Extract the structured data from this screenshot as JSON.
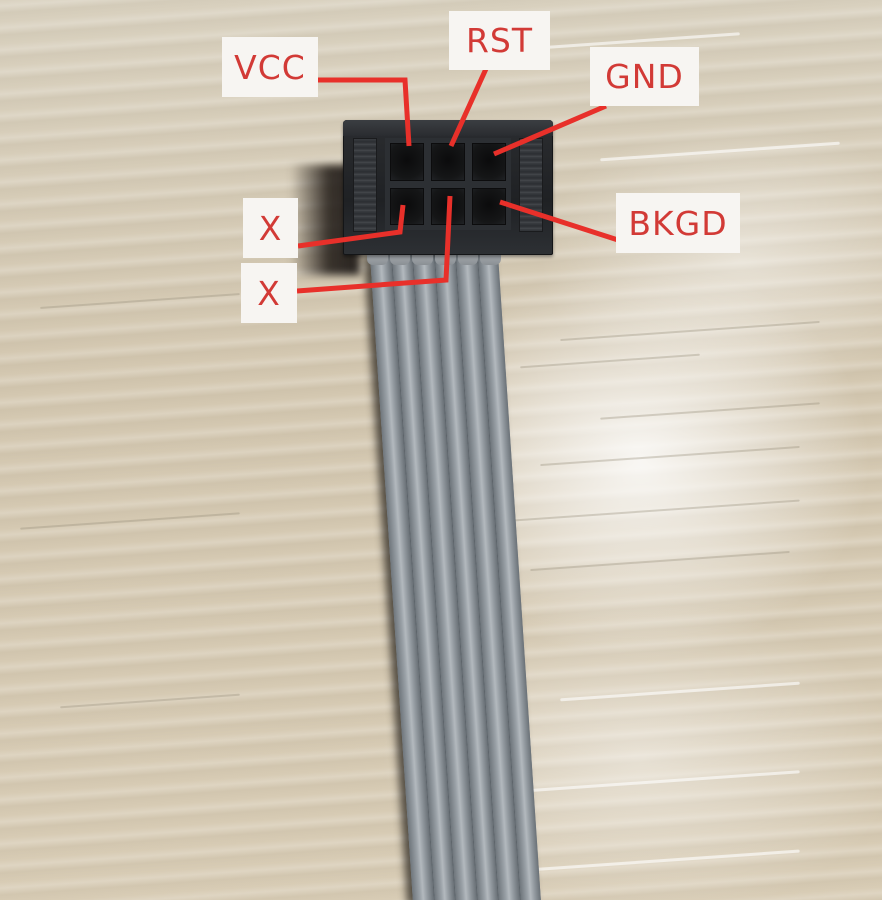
{
  "photo": {
    "subject": "6-pin connector with grey ribbon cable on wooden surface",
    "colors": {
      "background_wood": "#d6ccb7",
      "connector_body": "#232528",
      "cable": "#8f969c",
      "label_bg": "#f7f5f2",
      "label_text": "#d23a36",
      "leader_line": "#e8302a"
    }
  },
  "connector": {
    "rows": 2,
    "columns": 3,
    "wire_count": 6
  },
  "pin_labels": [
    {
      "id": "vcc",
      "text": "VCC",
      "pin_position": "top-left"
    },
    {
      "id": "rst",
      "text": "RST",
      "pin_position": "top-middle"
    },
    {
      "id": "gnd",
      "text": "GND",
      "pin_position": "top-right"
    },
    {
      "id": "nc1",
      "text": "X",
      "pin_position": "bottom-left"
    },
    {
      "id": "nc2",
      "text": "X",
      "pin_position": "bottom-middle"
    },
    {
      "id": "bkgd",
      "text": "BKGD",
      "pin_position": "bottom-right"
    }
  ]
}
